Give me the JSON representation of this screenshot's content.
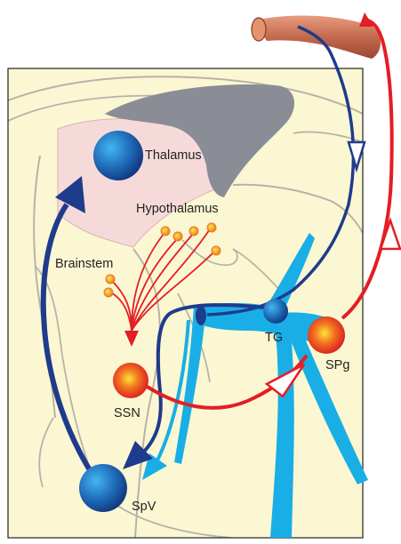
{
  "labels": {
    "thalamus": "Thalamus",
    "hypothalamus": "Hypothalamus",
    "brainstem": "Brainstem",
    "tg": "TG",
    "spg": "SPg",
    "ssn": "SSN",
    "spv": "SpV"
  },
  "colors": {
    "brain_fill": "#fbf7d2",
    "brain_outline": "#b8b3a8",
    "ventricle": "#8a8d96",
    "thalamus_zone": "#f6dada",
    "dark_blue": "#1f3b8c",
    "light_blue": "#19aee6",
    "red": "#e41d26",
    "vessel": "#c56a50"
  }
}
